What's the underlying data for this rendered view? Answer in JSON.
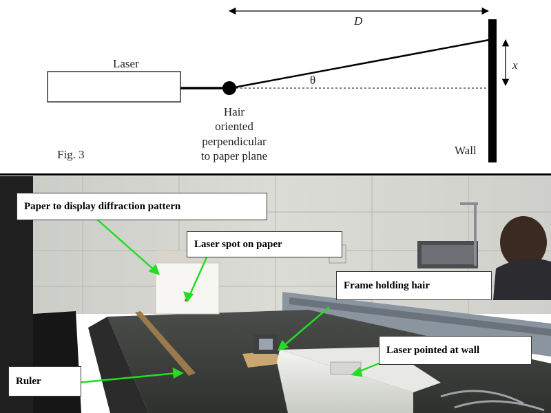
{
  "diagram": {
    "laser_label": "Laser",
    "distance_label": "D",
    "offset_label": "x",
    "angle_label": "θ",
    "hair_label_lines": [
      "Hair",
      "oriented",
      "perpendicular",
      "to paper plane"
    ],
    "fig_label": "Fig. 3",
    "wall_label": "Wall"
  },
  "photo": {
    "callouts": {
      "paper": "Paper to display diffraction pattern",
      "spot": "Laser spot on paper",
      "frame": "Frame holding hair",
      "laser": "Laser pointed at wall",
      "ruler": "Ruler"
    }
  },
  "colors": {
    "arrow": "#22dd22",
    "line": "#000000"
  }
}
